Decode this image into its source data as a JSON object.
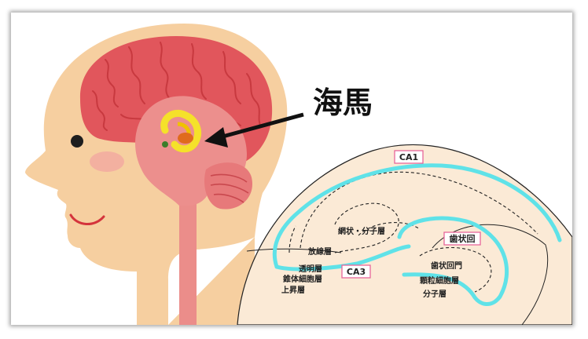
{
  "title_label": "海馬",
  "regions": {
    "ca1": "CA1",
    "ca3": "CA3",
    "dentate": "歯状回"
  },
  "layers": {
    "reticular_molecular": "網状・分子層",
    "radiatum": "放線層",
    "lucidum": "透明層",
    "pyramidal": "錐体細胞層",
    "oriens": "上昇層",
    "hilus": "歯状回門",
    "granular": "顆粒細胞層",
    "molecular": "分子層"
  },
  "colors": {
    "skin": "#f6cfa0",
    "brain": "#e8696d",
    "cell_layer": "#5fe2e8",
    "tissue": "#fbead6",
    "label_box_border": "#e7669a"
  }
}
